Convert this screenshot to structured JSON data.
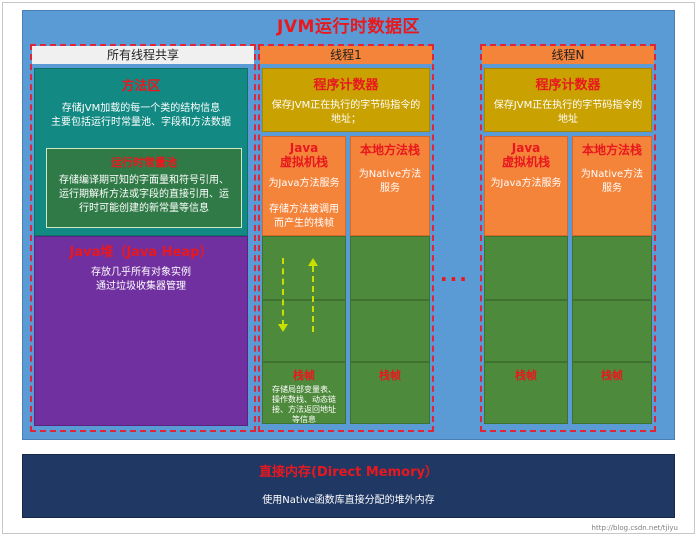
{
  "title": "JVM运行时数据区",
  "shared": {
    "header": "所有线程共享",
    "method_area": {
      "title": "方法区",
      "desc": [
        "存储JVM加载的每一个类的结构信息",
        "主要包括运行时常量池、字段和方法数据"
      ]
    },
    "runtime_constant_pool": {
      "title": "运行时常量池",
      "desc": [
        "存储编译期可知的字面量和符号引用、",
        "运行期解析方法或字段的直接引用、运",
        "行时可能创建的新常量等信息"
      ]
    },
    "heap": {
      "title": "Java堆（Java Heap）",
      "desc": [
        "存放几乎所有对象实例",
        "通过垃圾收集器管理"
      ]
    }
  },
  "thread1": {
    "header": "线程1",
    "pc": {
      "title": "程序计数器",
      "desc": [
        "保存JVM正在执行的字节码指令的",
        "地址；"
      ]
    },
    "java_stack": {
      "title": [
        "Java",
        "虚拟机栈"
      ],
      "desc1": "为Java方法服务",
      "desc2": [
        "存储方法被调用",
        "而产生的栈帧"
      ],
      "frame_label": "栈帧",
      "frame_desc": [
        "存储局部变量表、",
        "操作数栈、动态链",
        "接、方法返回地址",
        "等信息"
      ]
    },
    "native_stack": {
      "title": "本地方法栈",
      "desc": [
        "为Native方法",
        "服务"
      ],
      "frame_label": "栈帧"
    }
  },
  "threadN": {
    "header": "线程N",
    "pc": {
      "title": "程序计数器",
      "desc": [
        "保存JVM正在执行的字节码指令的",
        "地址"
      ]
    },
    "java_stack": {
      "title": [
        "Java",
        "虚拟机栈"
      ],
      "desc1": "为Java方法服务",
      "frame_label": "栈帧"
    },
    "native_stack": {
      "title": "本地方法栈",
      "desc": [
        "为Native方法",
        "服务"
      ],
      "frame_label": "栈帧"
    }
  },
  "ellipsis": "...",
  "direct_memory": {
    "title": "直接内存(Direct Memory）",
    "desc": "使用Native函数库直接分配的堆外内存"
  },
  "watermark": "http://blog.csdn.net/tjiyu",
  "colors": {
    "jvm_bg": "#5b9bd5",
    "method_area": "#128a83",
    "runtime_pool": "#2f7a46",
    "heap": "#7030a0",
    "pc": "#c9a100",
    "stack": "#f4843a",
    "frame": "#4e8a3b",
    "direct_memory": "#1f3864",
    "title_red": "#e8181e"
  }
}
